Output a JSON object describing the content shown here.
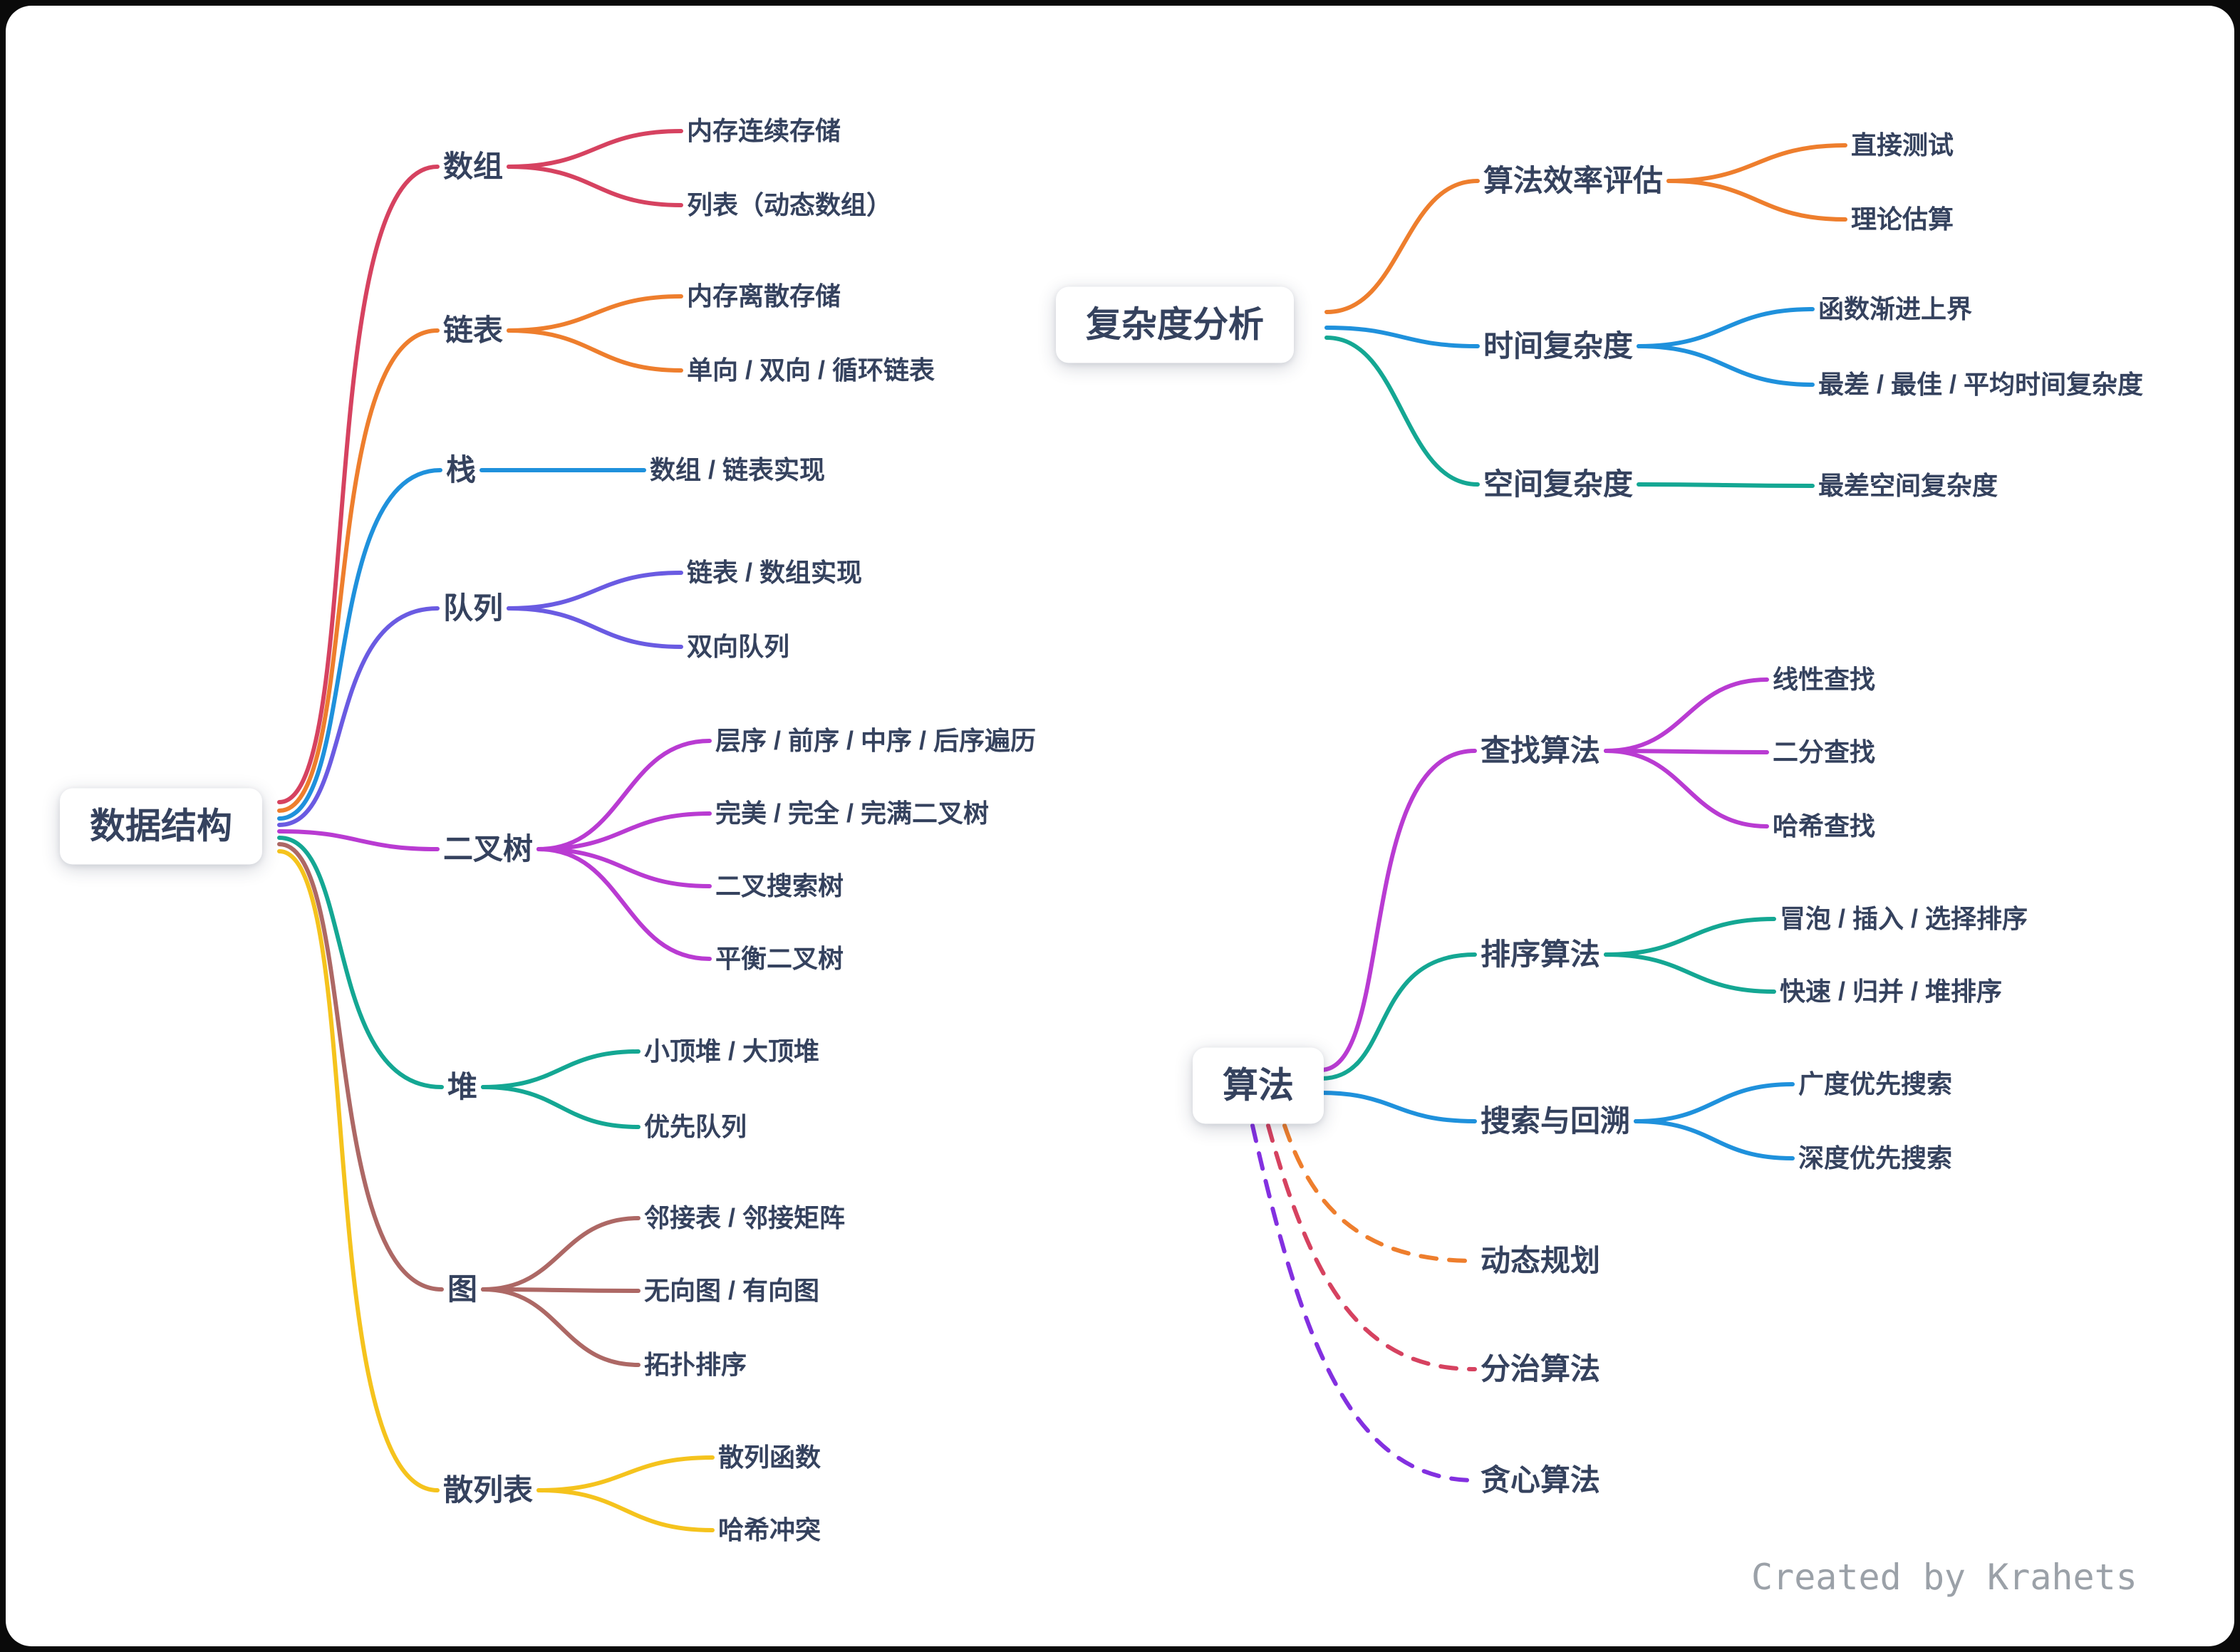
{
  "canvas": {
    "background": "#ffffff",
    "frame": "#0a0a0a"
  },
  "colors": {
    "text": "#35425e",
    "red": "#d64260",
    "orange": "#ee7e2d",
    "blue": "#1f91dc",
    "indigo": "#6a5be2",
    "magenta": "#b93bd2",
    "teal": "#14a793",
    "maroon": "#ad6865",
    "yellow": "#f5c31d",
    "violet": "#8330e0",
    "credit_gray": "#9ba1a8"
  },
  "trees": {
    "ds": {
      "root": "数据结构",
      "children": [
        {
          "label": "数组",
          "children": [
            "内存连续存储",
            "列表（动态数组）"
          ]
        },
        {
          "label": "链表",
          "children": [
            "内存离散存储",
            "单向 / 双向 / 循环链表"
          ]
        },
        {
          "label": "栈",
          "children": [
            "数组 / 链表实现"
          ]
        },
        {
          "label": "队列",
          "children": [
            "链表 / 数组实现",
            "双向队列"
          ]
        },
        {
          "label": "二叉树",
          "children": [
            "层序 / 前序 / 中序 / 后序遍历",
            "完美 / 完全 / 完满二叉树",
            "二叉搜索树",
            "平衡二叉树"
          ]
        },
        {
          "label": "堆",
          "children": [
            "小顶堆 / 大顶堆",
            "优先队列"
          ]
        },
        {
          "label": "图",
          "children": [
            "邻接表 / 邻接矩阵",
            "无向图 / 有向图",
            "拓扑排序"
          ]
        },
        {
          "label": "散列表",
          "children": [
            "散列函数",
            "哈希冲突"
          ]
        }
      ]
    },
    "cx": {
      "root": "复杂度分析",
      "children": [
        {
          "label": "算法效率评估",
          "children": [
            "直接测试",
            "理论估算"
          ]
        },
        {
          "label": "时间复杂度",
          "children": [
            "函数渐进上界",
            "最差 / 最佳 / 平均时间复杂度"
          ]
        },
        {
          "label": "空间复杂度",
          "children": [
            "最差空间复杂度"
          ]
        }
      ]
    },
    "al": {
      "root": "算法",
      "children": [
        {
          "label": "查找算法",
          "children": [
            "线性查找",
            "二分查找",
            "哈希查找"
          ]
        },
        {
          "label": "排序算法",
          "children": [
            "冒泡 / 插入 / 选择排序",
            "快速 / 归并 / 堆排序"
          ]
        },
        {
          "label": "搜索与回溯",
          "children": [
            "广度优先搜索",
            "深度优先搜索"
          ]
        },
        {
          "label": "动态规划",
          "children": []
        },
        {
          "label": "分治算法",
          "children": []
        },
        {
          "label": "贪心算法",
          "children": []
        }
      ]
    }
  },
  "footer": {
    "credit": "Created by Krahets"
  }
}
